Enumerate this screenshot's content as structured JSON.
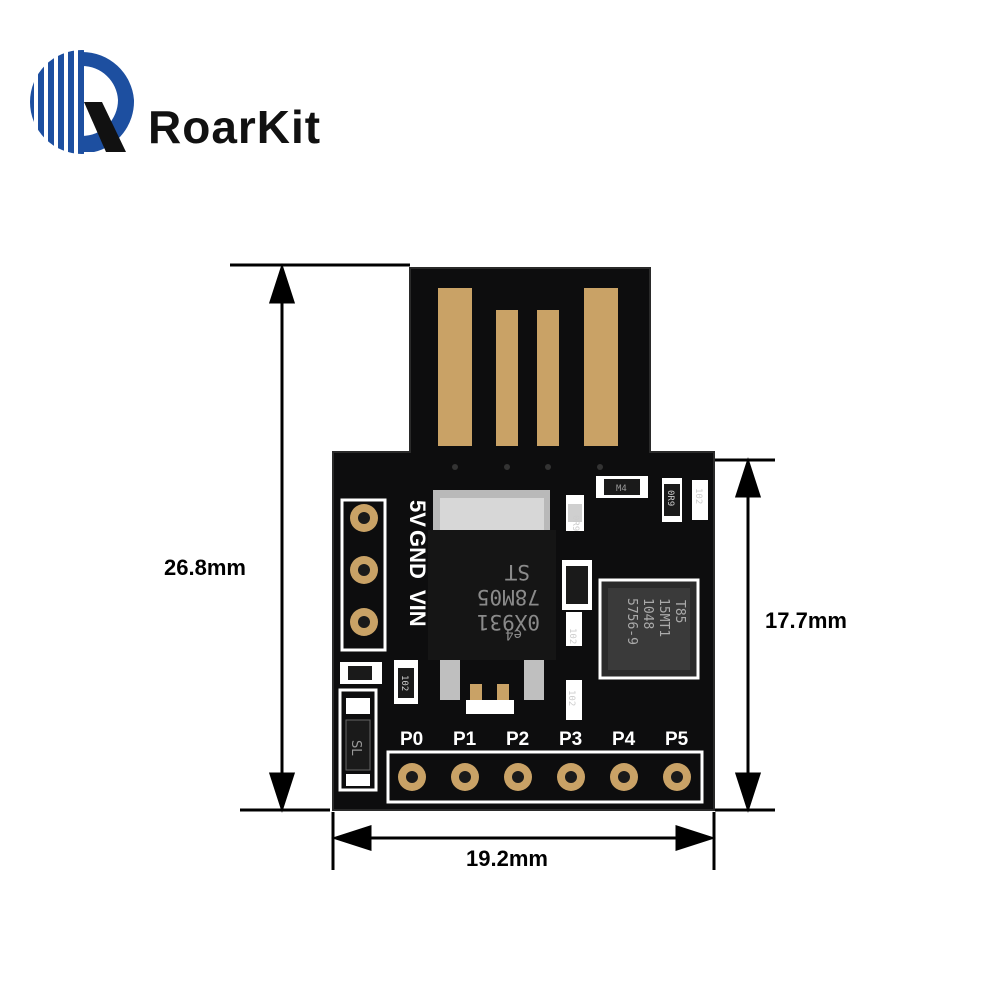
{
  "brand": {
    "name": "RoarKit"
  },
  "dimensions": {
    "height": "26.8mm",
    "width": "19.2mm",
    "body_height": "17.7mm"
  },
  "board": {
    "header_labels": [
      "5V",
      "GND",
      "VIN"
    ],
    "pin_labels": [
      "P0",
      "P1",
      "P2",
      "P3",
      "P4",
      "P5"
    ],
    "regulator": {
      "logo": "ST",
      "part": "78M05",
      "code": "0X931",
      "mark": "e4"
    },
    "mcu": {
      "lines": [
        "T85",
        "15MT1",
        "1048",
        "5756-9"
      ]
    },
    "resistor_marks": [
      "0R9",
      "102",
      "0R9",
      "102",
      "102",
      "102"
    ],
    "diode_mark": "M4",
    "zener_mark": "SL"
  },
  "colors": {
    "pcb": "#0d0d0e",
    "gold": "#c9a266",
    "silk": "#ffffff",
    "brand_blue": "#1d4fa0"
  }
}
